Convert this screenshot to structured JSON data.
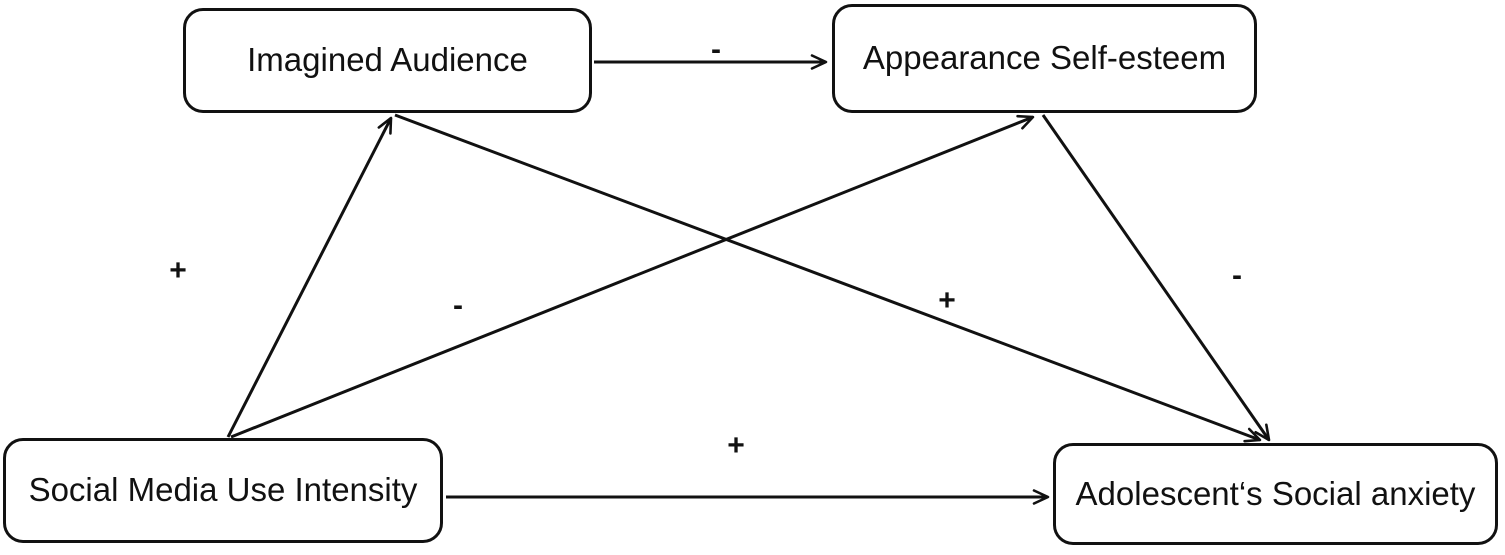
{
  "diagram": {
    "background_color": "#ffffff",
    "line_color": "#111111",
    "nodes": [
      {
        "id": "imagined-audience",
        "label": "Imagined Audience"
      },
      {
        "id": "appearance-self-esteem",
        "label": "Appearance Self-esteem"
      },
      {
        "id": "social-media-use-intensity",
        "label": "Social Media Use Intensity"
      },
      {
        "id": "adolescent-social-anxiety",
        "label": "Adolescent‘s Social anxiety"
      }
    ],
    "edges": [
      {
        "from": "Imagined Audience",
        "to": "Appearance Self-esteem",
        "sign": "-"
      },
      {
        "from": "Social Media Use Intensity",
        "to": "Imagined Audience",
        "sign": "+"
      },
      {
        "from": "Social Media Use Intensity",
        "to": "Appearance Self-esteem",
        "sign": "-"
      },
      {
        "from": "Imagined Audience",
        "to": "Adolescent‘s Social anxiety",
        "sign": "+"
      },
      {
        "from": "Appearance Self-esteem",
        "to": "Adolescent‘s Social anxiety",
        "sign": "-"
      },
      {
        "from": "Social Media Use Intensity",
        "to": "Adolescent‘s Social anxiety",
        "sign": "+"
      }
    ]
  }
}
